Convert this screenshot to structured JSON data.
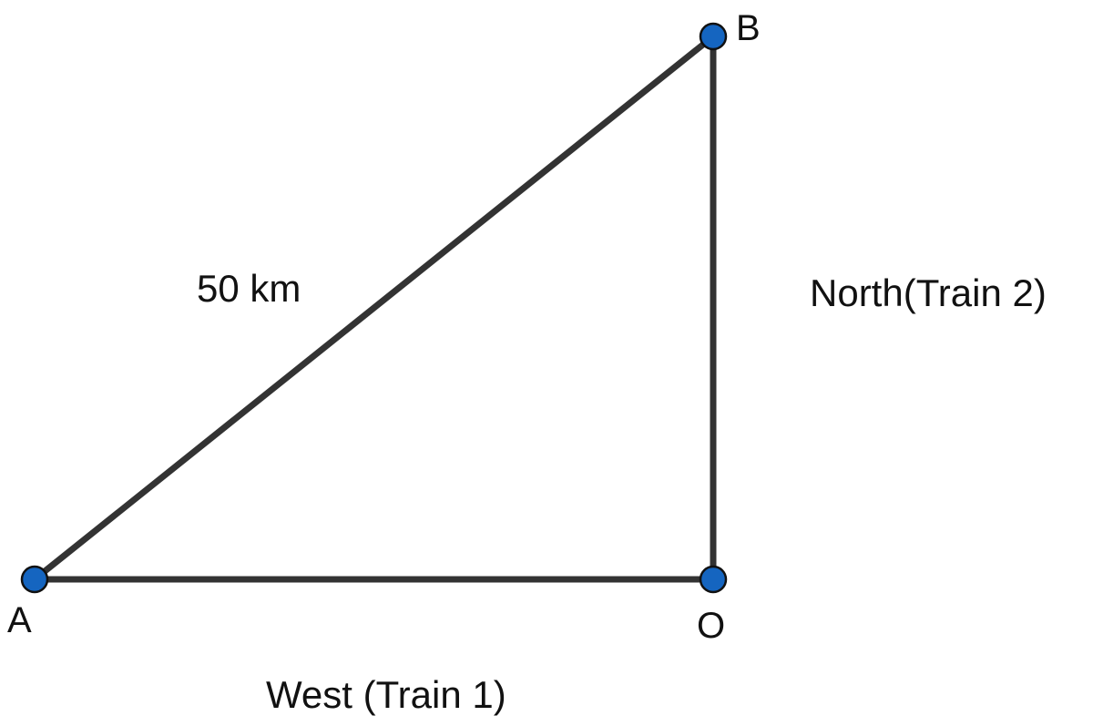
{
  "diagram": {
    "points": {
      "A": "A",
      "B": "B",
      "O": "O"
    },
    "labels": {
      "hypotenuse": "50 km",
      "vertical_side": "North(Train 2)",
      "horizontal_side": "West (Train 1)"
    },
    "colors": {
      "edge": "#333333",
      "vertex": "#1565c0",
      "text": "#111111"
    }
  }
}
